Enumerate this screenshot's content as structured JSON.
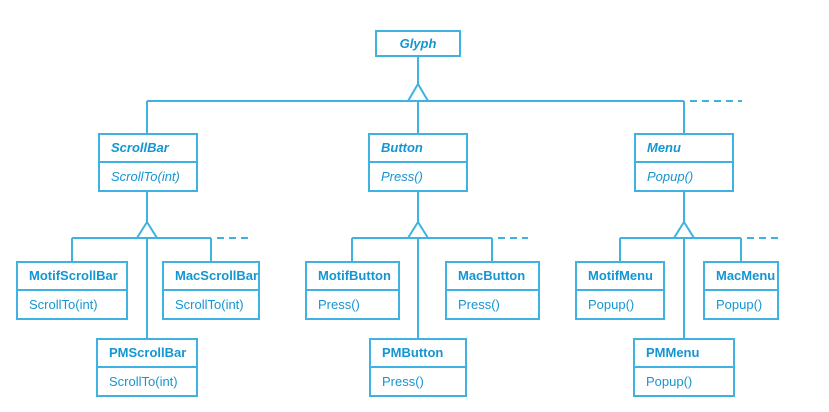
{
  "diagram": {
    "type": "class-inheritance-diagram",
    "colors": {
      "line": "#3fb2e2",
      "text": "#1496d3",
      "background": "#ffffff"
    },
    "classes": {
      "glyph": {
        "name": "Glyph"
      },
      "scrollbar": {
        "name": "ScrollBar",
        "method": "ScrollTo(int)"
      },
      "button": {
        "name": "Button",
        "method": "Press()"
      },
      "menu": {
        "name": "Menu",
        "method": "Popup()"
      },
      "motif_scrollbar": {
        "name": "MotifScrollBar",
        "method": "ScrollTo(int)"
      },
      "mac_scrollbar": {
        "name": "MacScrollBar",
        "method": "ScrollTo(int)"
      },
      "pm_scrollbar": {
        "name": "PMScrollBar",
        "method": "ScrollTo(int)"
      },
      "motif_button": {
        "name": "MotifButton",
        "method": "Press()"
      },
      "mac_button": {
        "name": "MacButton",
        "method": "Press()"
      },
      "pm_button": {
        "name": "PMButton",
        "method": "Press()"
      },
      "motif_menu": {
        "name": "MotifMenu",
        "method": "Popup()"
      },
      "mac_menu": {
        "name": "MacMenu",
        "method": "Popup()"
      },
      "pm_menu": {
        "name": "PMMenu",
        "method": "Popup()"
      }
    },
    "hierarchy": [
      {
        "parent": "Glyph",
        "children": [
          "ScrollBar",
          "Button",
          "Menu"
        ],
        "more": true
      },
      {
        "parent": "ScrollBar",
        "children": [
          "MotifScrollBar",
          "MacScrollBar",
          "PMScrollBar"
        ],
        "more": true
      },
      {
        "parent": "Button",
        "children": [
          "MotifButton",
          "MacButton",
          "PMButton"
        ],
        "more": true
      },
      {
        "parent": "Menu",
        "children": [
          "MotifMenu",
          "MacMenu",
          "PMMenu"
        ],
        "more": true
      }
    ]
  }
}
